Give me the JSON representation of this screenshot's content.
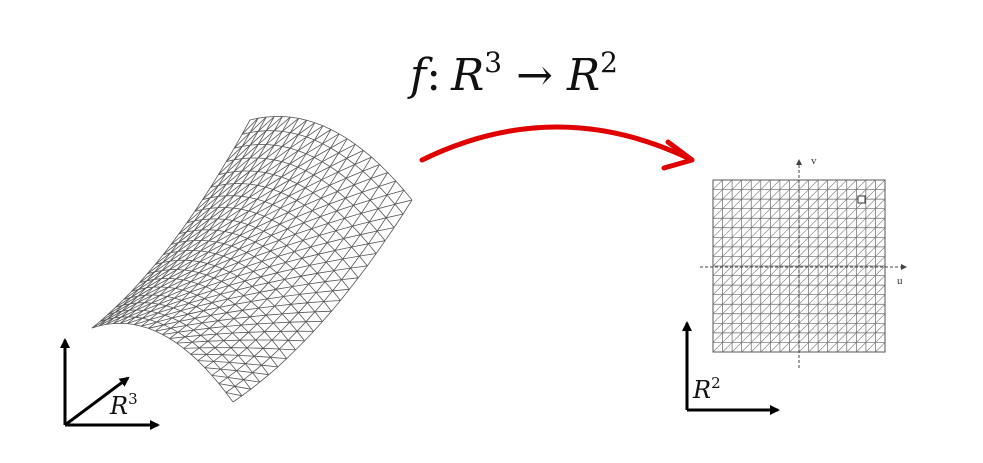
{
  "title": {
    "func": "f",
    "colon": ":",
    "domain_base": "R",
    "domain_exp": "3",
    "arrow": "→",
    "codomain_base": "R",
    "codomain_exp": "2"
  },
  "left_axes": {
    "label_base": "R",
    "label_exp": "3"
  },
  "right_axes": {
    "label_base": "R",
    "label_exp": "2"
  },
  "grid": {
    "u_label": "u",
    "v_label": "v"
  },
  "colors": {
    "mapping_arrow": "#e00000",
    "mesh": "#555555",
    "axes": "#000000"
  }
}
